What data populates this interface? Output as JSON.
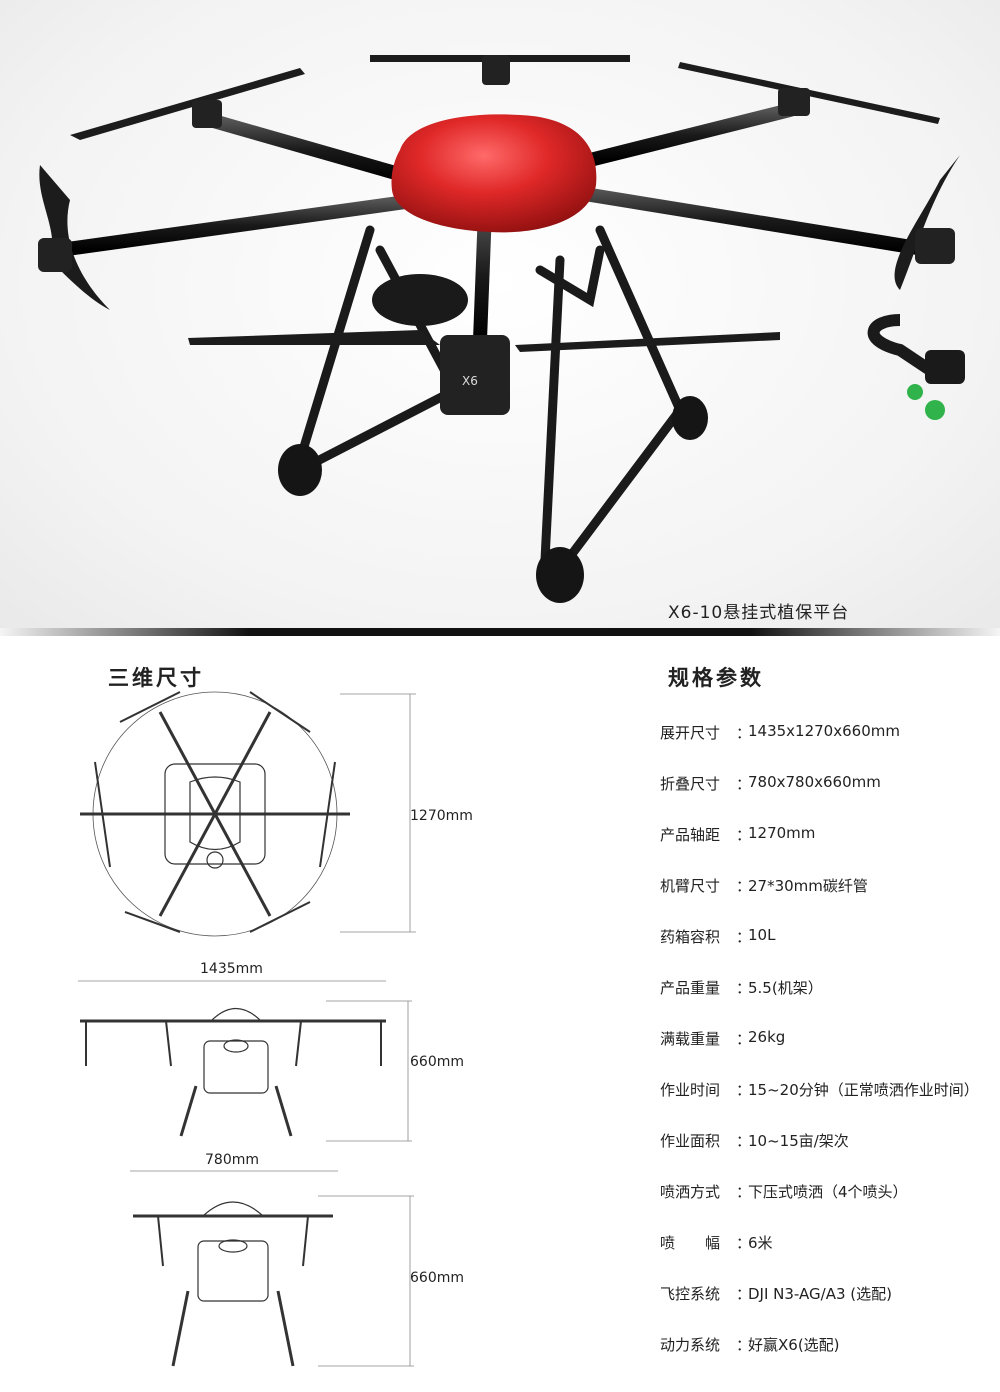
{
  "hero": {
    "caption": "X6-10悬挂式植保平台",
    "motor_marking": "X6"
  },
  "dimensions": {
    "title": "三维尺寸",
    "top_view_size": "1270mm",
    "front_view_width": "1435mm",
    "front_view_height": "660mm",
    "folded_view_width": "780mm",
    "folded_view_height": "660mm"
  },
  "specs": {
    "title": "规格参数",
    "separator": "：",
    "items": [
      {
        "label": "展开尺寸",
        "value": "1435x1270x660mm"
      },
      {
        "label": "折叠尺寸",
        "value": "780x780x660mm"
      },
      {
        "label": "产品轴距",
        "value": "1270mm"
      },
      {
        "label": "机臂尺寸",
        "value": " 27*30mm碳纤管"
      },
      {
        "label": "药箱容积",
        "value": "10L"
      },
      {
        "label": "产品重量",
        "value": "5.5(机架）"
      },
      {
        "label": "满载重量",
        "value": "26kg"
      },
      {
        "label": "作业时间",
        "value": "15~20分钟（正常喷洒作业时间）"
      },
      {
        "label": "作业面积",
        "value": "10~15亩/架次"
      },
      {
        "label": "喷洒方式",
        "value": "下压式喷洒（4个喷头）"
      },
      {
        "label": "喷　　幅",
        "value": " 6米"
      },
      {
        "label": "飞控系统",
        "value": "DJI N3-AG/A3 (选配)"
      },
      {
        "label": "动力系统",
        "value": "好赢X6(选配)"
      }
    ]
  },
  "colors": {
    "canopy": "#e02828",
    "frame": "#1a1a1a",
    "nozzle": "#2fb34a"
  }
}
